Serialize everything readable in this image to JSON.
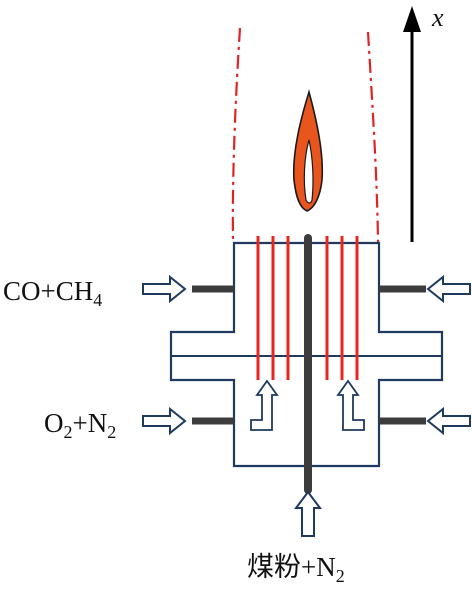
{
  "labels": {
    "fuel_main": "CO+CH",
    "fuel_sub": "4",
    "oxid_o": "O",
    "oxid_sub1": "2",
    "oxid_plus": "+N",
    "oxid_sub2": "2",
    "coal_main": "煤粉+N",
    "coal_sub": "2",
    "axis": "x"
  },
  "colors": {
    "outline": "#1f3a5f",
    "tube": "#3c3c3c",
    "red_line": "#e8261f",
    "dashdot": "#e02424",
    "flame_outer": "#e8561e",
    "flame_edge": "#1a1a1a",
    "arrow_outline": "#1f3a5f",
    "axis_arrow": "#000000"
  }
}
